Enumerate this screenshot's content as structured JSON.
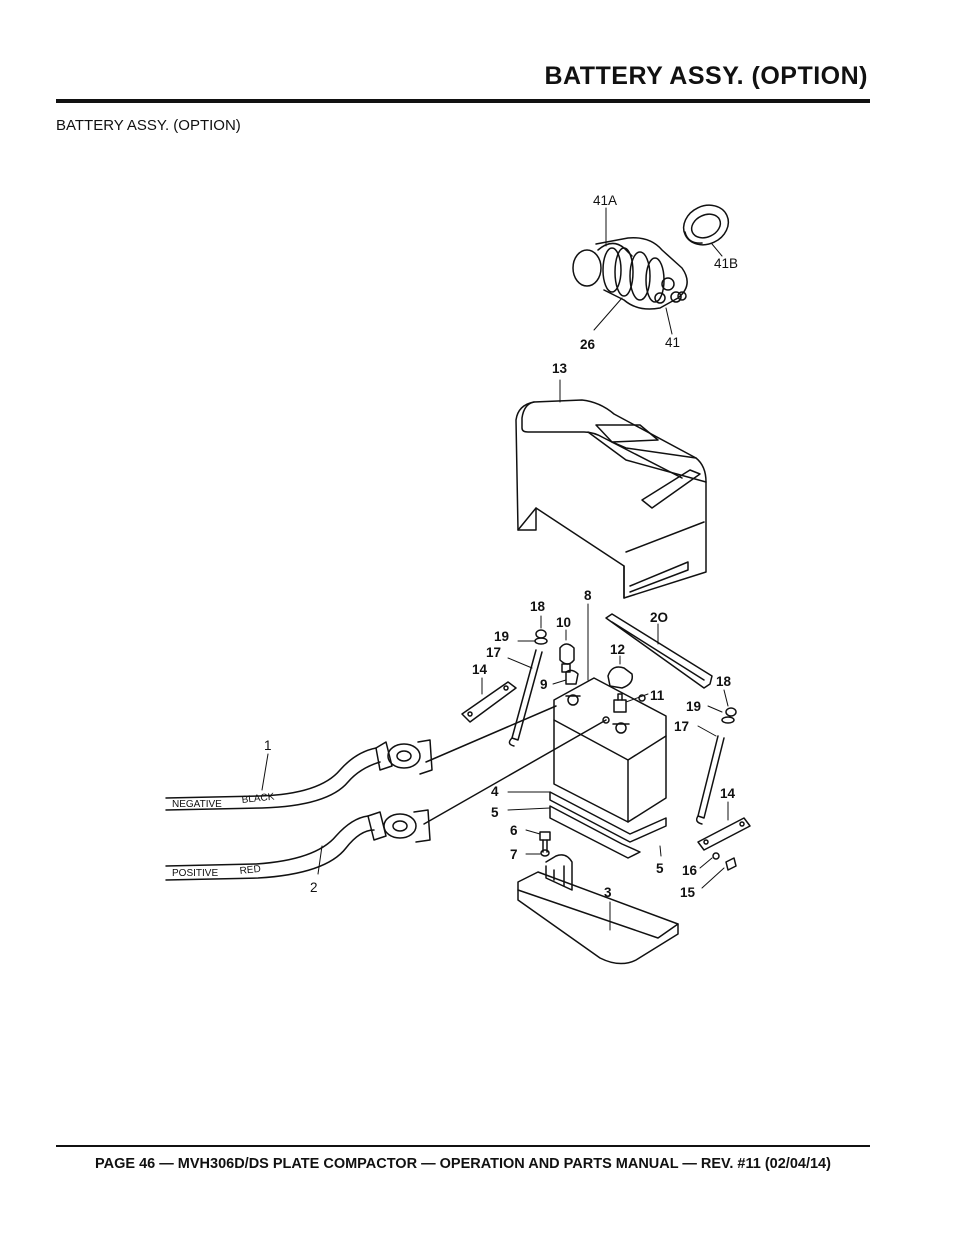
{
  "header": {
    "title": "BATTERY ASSY. (OPTION)"
  },
  "section": {
    "subtitle": "BATTERY ASSY. (OPTION)"
  },
  "diagram": {
    "callouts": {
      "c41A": "41A",
      "c41B": "41B",
      "c26": "26",
      "c41": "41",
      "c13": "13",
      "c18a": "18",
      "c8": "8",
      "c20": "2O",
      "c19a": "19",
      "c10": "10",
      "c17a": "17",
      "c12": "12",
      "c14a": "14",
      "c9": "9",
      "c11": "11",
      "c18b": "18",
      "c19b": "19",
      "c17b": "17",
      "c1": "1",
      "c4": "4",
      "c5a": "5",
      "c14b": "14",
      "c6": "6",
      "c7": "7",
      "c5b": "5",
      "c16": "16",
      "c3": "3",
      "c15": "15",
      "c2": "2"
    },
    "cable_labels": {
      "negative": "NEGATIVE",
      "black": "BLACK",
      "positive": "POSITIVE",
      "red": "RED"
    }
  },
  "footer": {
    "text": "PAGE 46 — MVH306D/DS PLATE COMPACTOR — OPERATION AND PARTS MANUAL — REV. #11 (02/04/14)"
  }
}
